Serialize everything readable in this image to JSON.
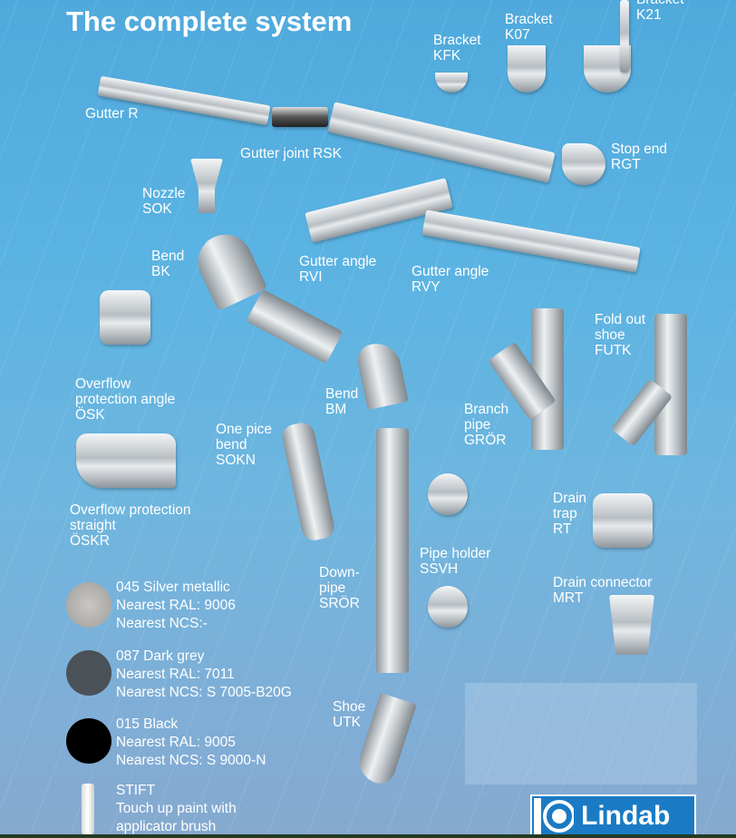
{
  "title": "The complete system",
  "products": [
    {
      "id": "kfk",
      "label": "Bracket\nKFK"
    },
    {
      "id": "k07",
      "label": "Bracket\nK07"
    },
    {
      "id": "k21",
      "label": "Bracket\nK21"
    },
    {
      "id": "gutter-r",
      "label": "Gutter R"
    },
    {
      "id": "rsk",
      "label": "Gutter joint RSK"
    },
    {
      "id": "rgt",
      "label": "Stop end\nRGT"
    },
    {
      "id": "sok",
      "label": "Nozzle\nSOK"
    },
    {
      "id": "rvi",
      "label": "Gutter angle\nRVI"
    },
    {
      "id": "rvy",
      "label": "Gutter angle\nRVY"
    },
    {
      "id": "bk",
      "label": "Bend\nBK"
    },
    {
      "id": "osk",
      "label": "Overflow\nprotection angle\nÖSK"
    },
    {
      "id": "bm",
      "label": "Bend\nBM"
    },
    {
      "id": "gror",
      "label": "Branch\npipe\nGRÖR"
    },
    {
      "id": "futk",
      "label": "Fold out\nshoe\nFUTK"
    },
    {
      "id": "sokn",
      "label": "One pice\nbend\nSOKN"
    },
    {
      "id": "oskr",
      "label": "Overflow protection\nstraight\nÖSKR"
    },
    {
      "id": "rt",
      "label": "Drain\ntrap\nRT"
    },
    {
      "id": "ssvh",
      "label": "Pipe holder\nSSVH"
    },
    {
      "id": "mrt",
      "label": "Drain connector\nMRT"
    },
    {
      "id": "sror",
      "label": "Down-\npipe\nSRÖR"
    },
    {
      "id": "utk",
      "label": "Shoe\nUTK"
    }
  ],
  "colors": [
    {
      "text": "045 Silver metallic\nNearest RAL: 9006\nNearest NCS:-",
      "swatch": "#b4b2ae"
    },
    {
      "text": "087 Dark grey\nNearest RAL: 7011\nNearest NCS: S 7005-B20G",
      "swatch": "#4a5157"
    },
    {
      "text": "015 Black\nNearest RAL: 9005\nNearest NCS: S 9000-N",
      "swatch": "#000000"
    },
    {
      "text": "STIFT\nTouch up paint with\napplicator brush"
    }
  ],
  "logo": {
    "text": "Lindab",
    "color": "#1a7bc4"
  }
}
